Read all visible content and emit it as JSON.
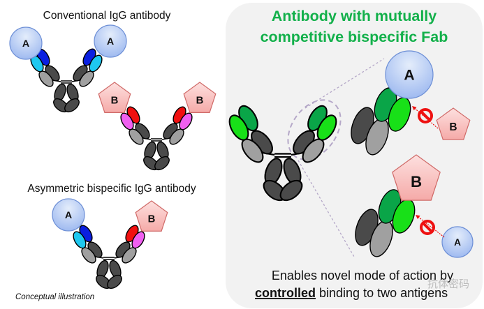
{
  "left": {
    "conventional_title": "Conventional IgG antibody",
    "asymmetric_title": "Asymmetric bispecific IgG antibody",
    "footnote": "Conceptual illustration",
    "antigen_a": "A",
    "antigen_b": "B"
  },
  "right": {
    "title_line1": "Antibody with mutually",
    "title_line2": "competitive bispecific Fab",
    "caption_line1": "Enables novel mode of action by",
    "caption_bold": "controlled",
    "caption_rest": " binding to two antigens",
    "antigen_a": "A",
    "antigen_b": "B"
  },
  "watermark": "抗体密码",
  "colors": {
    "title_green": "#12b04a",
    "panel_bg": "#f2f2f2",
    "antigen_a_fill": "#b9cff2",
    "antigen_b_fill": "#f6b8b6",
    "heavy_dark": "#4a4a4a",
    "light_gray": "#a0a0a0",
    "vh_a": "#0a1fe0",
    "vl_a": "#1ec8f0",
    "vh_b": "#f01010",
    "vl_b": "#f060f0",
    "vh_green": "#0aa548",
    "vl_green": "#18e018",
    "no_sign": "#ee1111"
  }
}
